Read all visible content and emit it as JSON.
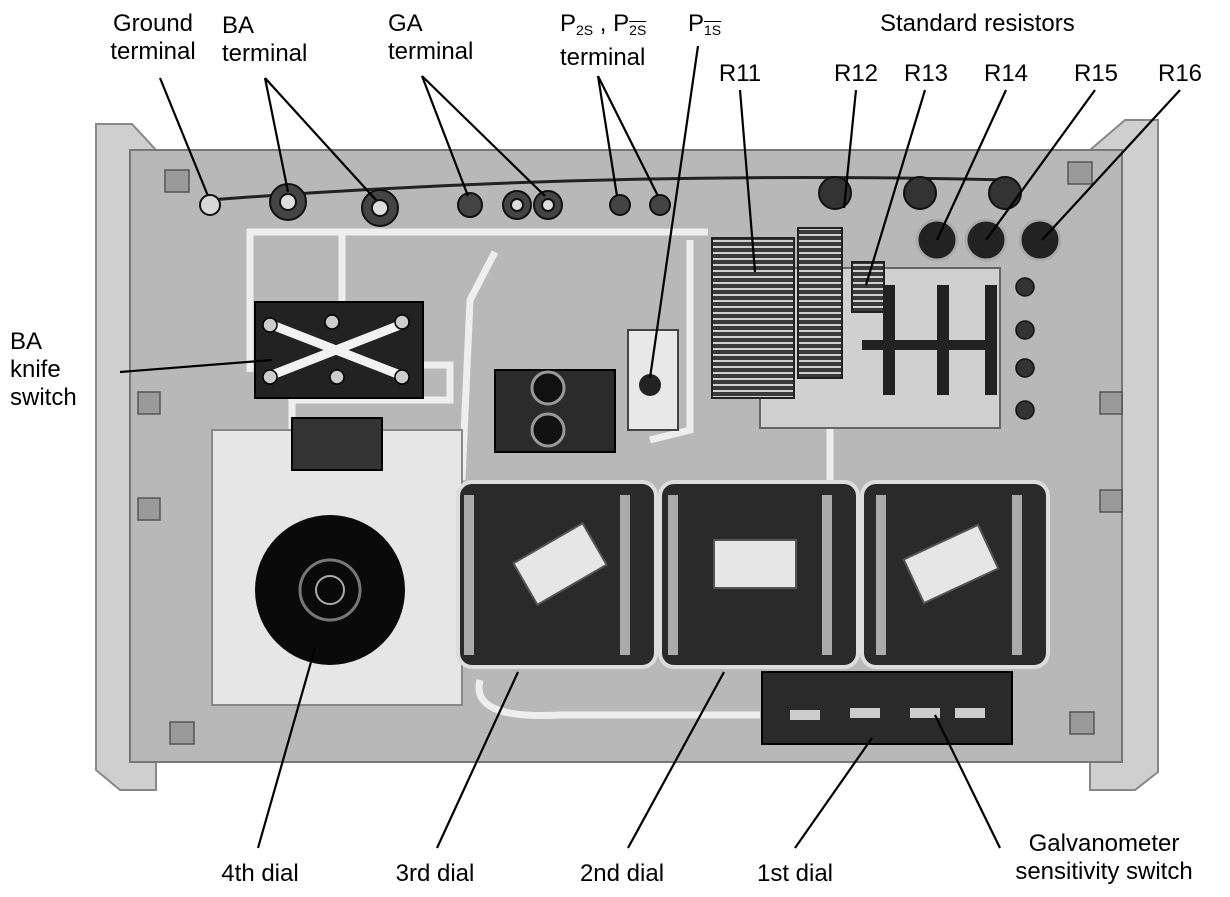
{
  "labels": {
    "ground_terminal": [
      "Ground",
      "terminal"
    ],
    "ba_terminal": [
      "BA",
      "terminal"
    ],
    "ga_terminal": [
      "GA",
      "terminal"
    ],
    "p2s_terminal": {
      "p": "P",
      "sub1": "2S",
      "sep": " , ",
      "sub2": "2S",
      "line2": "terminal"
    },
    "p1s": {
      "p": "P",
      "sub": "1S"
    },
    "standard_resistors": "Standard resistors",
    "resistors": [
      "R11",
      "R12",
      "R13",
      "R14",
      "R15",
      "R16"
    ],
    "ba_knife_switch": [
      "BA",
      "knife",
      "switch"
    ],
    "dial_4": "4th dial",
    "dial_3": "3rd dial",
    "dial_2": "2nd dial",
    "dial_1": "1st dial",
    "galvanometer_switch": [
      "Galvanometer",
      "sensitivity switch"
    ]
  }
}
